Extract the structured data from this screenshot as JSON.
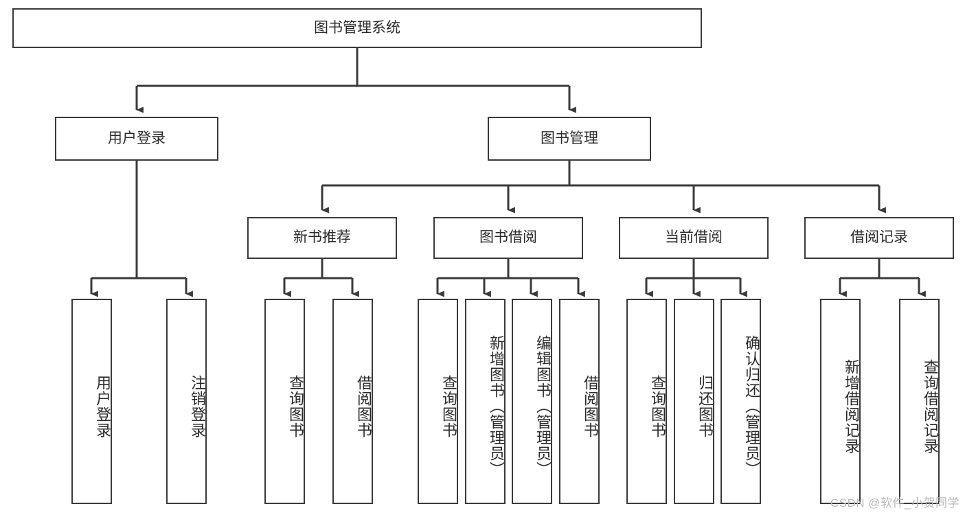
{
  "diagram": {
    "title": "图书管理系统",
    "type": "hierarchy-tree",
    "root": {
      "id": "root",
      "label": "图书管理系统"
    },
    "level2": [
      {
        "id": "user-login",
        "label": "用户登录"
      },
      {
        "id": "book-management",
        "label": "图书管理"
      }
    ],
    "level3": [
      {
        "id": "new-book-recommend",
        "label": "新书推荐"
      },
      {
        "id": "book-borrow",
        "label": "图书借阅"
      },
      {
        "id": "current-borrow",
        "label": "当前借阅"
      },
      {
        "id": "borrow-record",
        "label": "借阅记录"
      }
    ],
    "leaves": [
      {
        "id": "leaf-user-login",
        "label": "用户登录",
        "parent": "user-login"
      },
      {
        "id": "leaf-logout",
        "label": "注销登录",
        "parent": "user-login"
      },
      {
        "id": "leaf-query-book-1",
        "label": "查询图书",
        "parent": "new-book-recommend"
      },
      {
        "id": "leaf-borrow-book-1",
        "label": "借阅图书",
        "parent": "new-book-recommend"
      },
      {
        "id": "leaf-query-book-2",
        "label": "查询图书",
        "parent": "book-borrow"
      },
      {
        "id": "leaf-add-book",
        "label": "新增图书（管理员）",
        "parent": "book-borrow"
      },
      {
        "id": "leaf-edit-book",
        "label": "编辑图书（管理员）",
        "parent": "book-borrow"
      },
      {
        "id": "leaf-borrow-book-2",
        "label": "借阅图书",
        "parent": "book-borrow"
      },
      {
        "id": "leaf-query-book-3",
        "label": "查询图书",
        "parent": "current-borrow"
      },
      {
        "id": "leaf-return-book",
        "label": "归还图书",
        "parent": "current-borrow"
      },
      {
        "id": "leaf-confirm-return",
        "label": "确认归还（管理员）",
        "parent": "current-borrow"
      },
      {
        "id": "leaf-add-record",
        "label": "新增借阅记录",
        "parent": "borrow-record"
      },
      {
        "id": "leaf-query-record",
        "label": "查询借阅记录",
        "parent": "borrow-record"
      }
    ],
    "colors": {
      "stroke": "#3a3a3a",
      "text": "#2b2b2b",
      "background": "#ffffff",
      "watermark": "#b9b9b9"
    }
  },
  "watermark": {
    "text": "CSDN @软件_小贺同学"
  }
}
